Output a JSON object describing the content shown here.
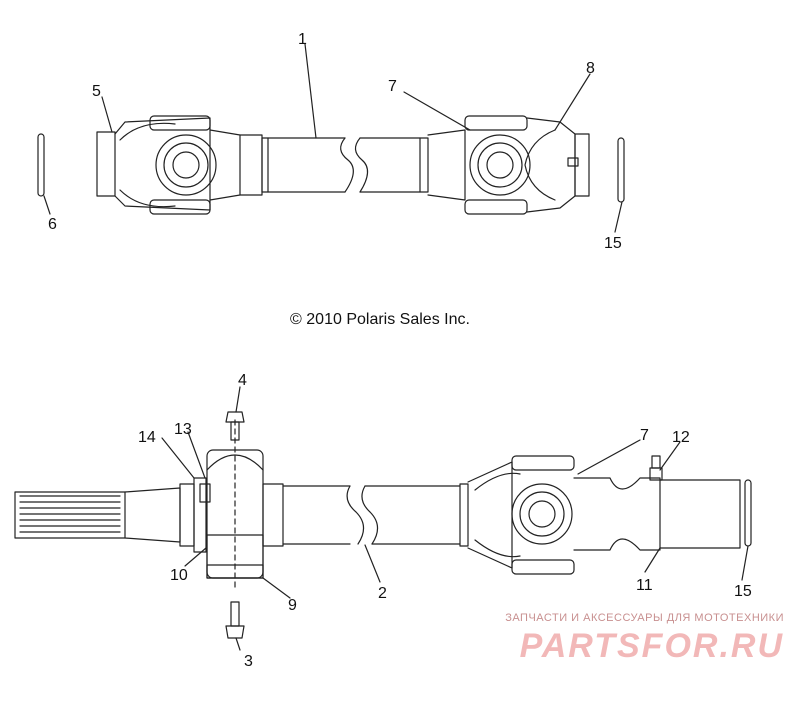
{
  "copyright": "© 2010 Polaris Sales Inc.",
  "watermark": {
    "tagline": "ЗАПЧАСТИ И АКСЕССУАРЫ ДЛЯ МОТОТЕХНИКИ",
    "logo": "PARTSFOR.RU"
  },
  "callouts": {
    "top": [
      "1",
      "5",
      "6",
      "7",
      "8",
      "15"
    ],
    "bottom": [
      "4",
      "14",
      "13",
      "7",
      "12",
      "10",
      "2",
      "9",
      "11",
      "15",
      "3"
    ]
  },
  "colors": {
    "line": "#222222",
    "watermark": "#f2b8b8"
  }
}
